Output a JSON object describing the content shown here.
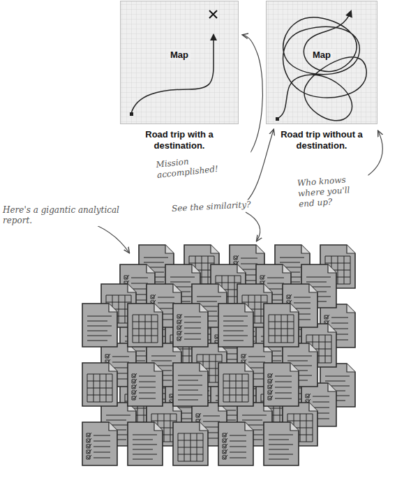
{
  "diagram": {
    "nodes": [
      {
        "text": [
          "Map",
          "Road trip with a destination."
        ]
      },
      {
        "text": [
          "Map",
          "Road trip without a destination."
        ]
      }
    ],
    "labels": [
      "Mission accomplished!",
      "Who knows where you'll end up?",
      "See the similarity?",
      "Here's a gigantic analytical report."
    ]
  }
}
